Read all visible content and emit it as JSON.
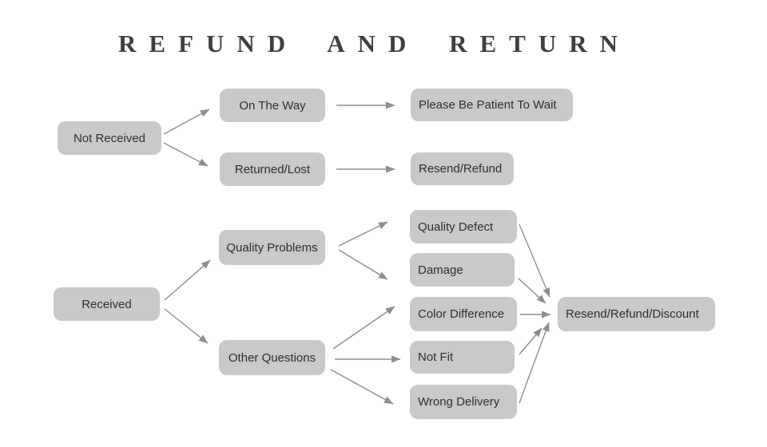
{
  "title": "REFUND AND RETURN",
  "flowchart": {
    "nodes": {
      "not_received": "Not Received",
      "on_the_way": "On The Way",
      "returned_lost": "Returned/Lost",
      "please_wait": "Please Be Patient To Wait",
      "resend_refund": "Resend/Refund",
      "received": "Received",
      "quality_problems": "Quality Problems",
      "other_questions": "Other Questions",
      "quality_defect": "Quality Defect",
      "damage": "Damage",
      "color_difference": "Color Difference",
      "not_fit": "Not Fit",
      "wrong_delivery": "Wrong Delivery",
      "resend_refund_discount": "Resend/Refund/Discount"
    },
    "edges": [
      {
        "from": "not_received",
        "to": "on_the_way"
      },
      {
        "from": "not_received",
        "to": "returned_lost"
      },
      {
        "from": "on_the_way",
        "to": "please_wait"
      },
      {
        "from": "returned_lost",
        "to": "resend_refund"
      },
      {
        "from": "received",
        "to": "quality_problems"
      },
      {
        "from": "received",
        "to": "other_questions"
      },
      {
        "from": "quality_problems",
        "to": "quality_defect"
      },
      {
        "from": "quality_problems",
        "to": "damage"
      },
      {
        "from": "other_questions",
        "to": "color_difference"
      },
      {
        "from": "other_questions",
        "to": "not_fit"
      },
      {
        "from": "other_questions",
        "to": "wrong_delivery"
      },
      {
        "from": "quality_defect",
        "to": "resend_refund_discount"
      },
      {
        "from": "damage",
        "to": "resend_refund_discount"
      },
      {
        "from": "color_difference",
        "to": "resend_refund_discount"
      },
      {
        "from": "not_fit",
        "to": "resend_refund_discount"
      },
      {
        "from": "wrong_delivery",
        "to": "resend_refund_discount"
      }
    ]
  },
  "colors": {
    "background": "#ffffff",
    "box_fill": "#c9c9c9",
    "box_text": "#2e2e2e",
    "arrow": "#8e8e8e",
    "title_text": "#3f3f3f"
  }
}
